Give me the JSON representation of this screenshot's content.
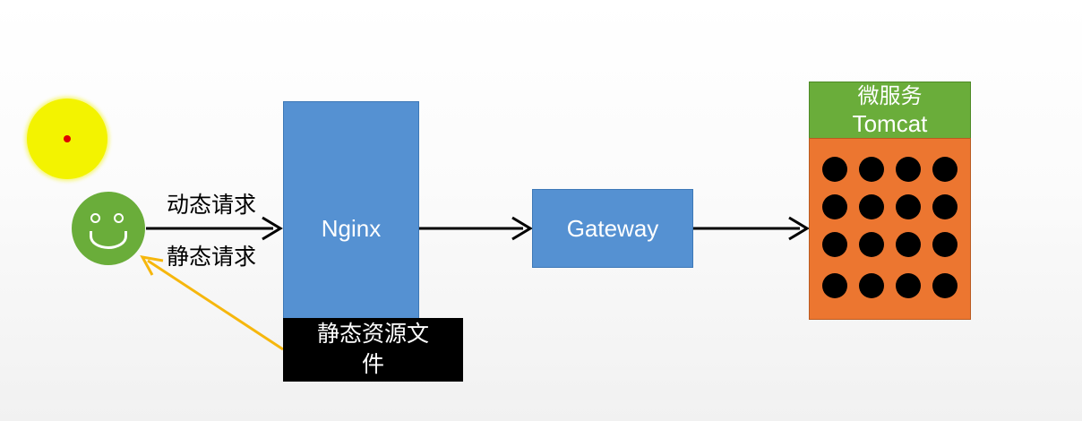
{
  "user": {
    "dynamic_request": "动态请求",
    "static_request": "静态请求"
  },
  "nginx": {
    "label": "Nginx"
  },
  "static_resources": {
    "line1": "静态资源文",
    "line2": "件"
  },
  "gateway": {
    "label": "Gateway"
  },
  "microservice": {
    "title": "微服务",
    "subtitle": "Tomcat"
  },
  "colors": {
    "blue": "#5591d2",
    "green": "#6aad3a",
    "orange": "#ec7630",
    "arrow_return": "#f6b70d",
    "cursor": "#f3f300"
  },
  "icons": {
    "cursor": "cursor-highlight",
    "user": "smiley-face-icon"
  }
}
